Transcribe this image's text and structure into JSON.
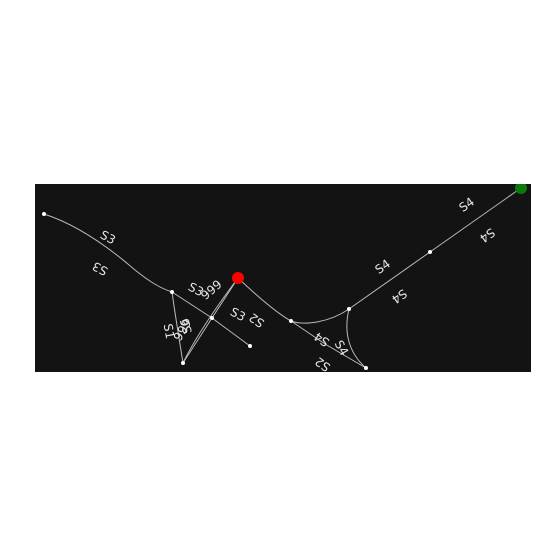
{
  "map": {
    "background": "#131313",
    "road_color": "#b9b9b9",
    "node_color": "#ffffff",
    "label_color": "#e6e6e6",
    "markers": [
      {
        "name": "origin-marker",
        "color": "#ff0000"
      },
      {
        "name": "destination-marker",
        "color": "#0b7a0b"
      }
    ],
    "labels": [
      "S3",
      "S3",
      "S3",
      "S3",
      "S2",
      "S1",
      "S6",
      "999",
      "999",
      "S4",
      "S4",
      "S4",
      "S4",
      "S4",
      "S4",
      "S2",
      "S4"
    ]
  }
}
